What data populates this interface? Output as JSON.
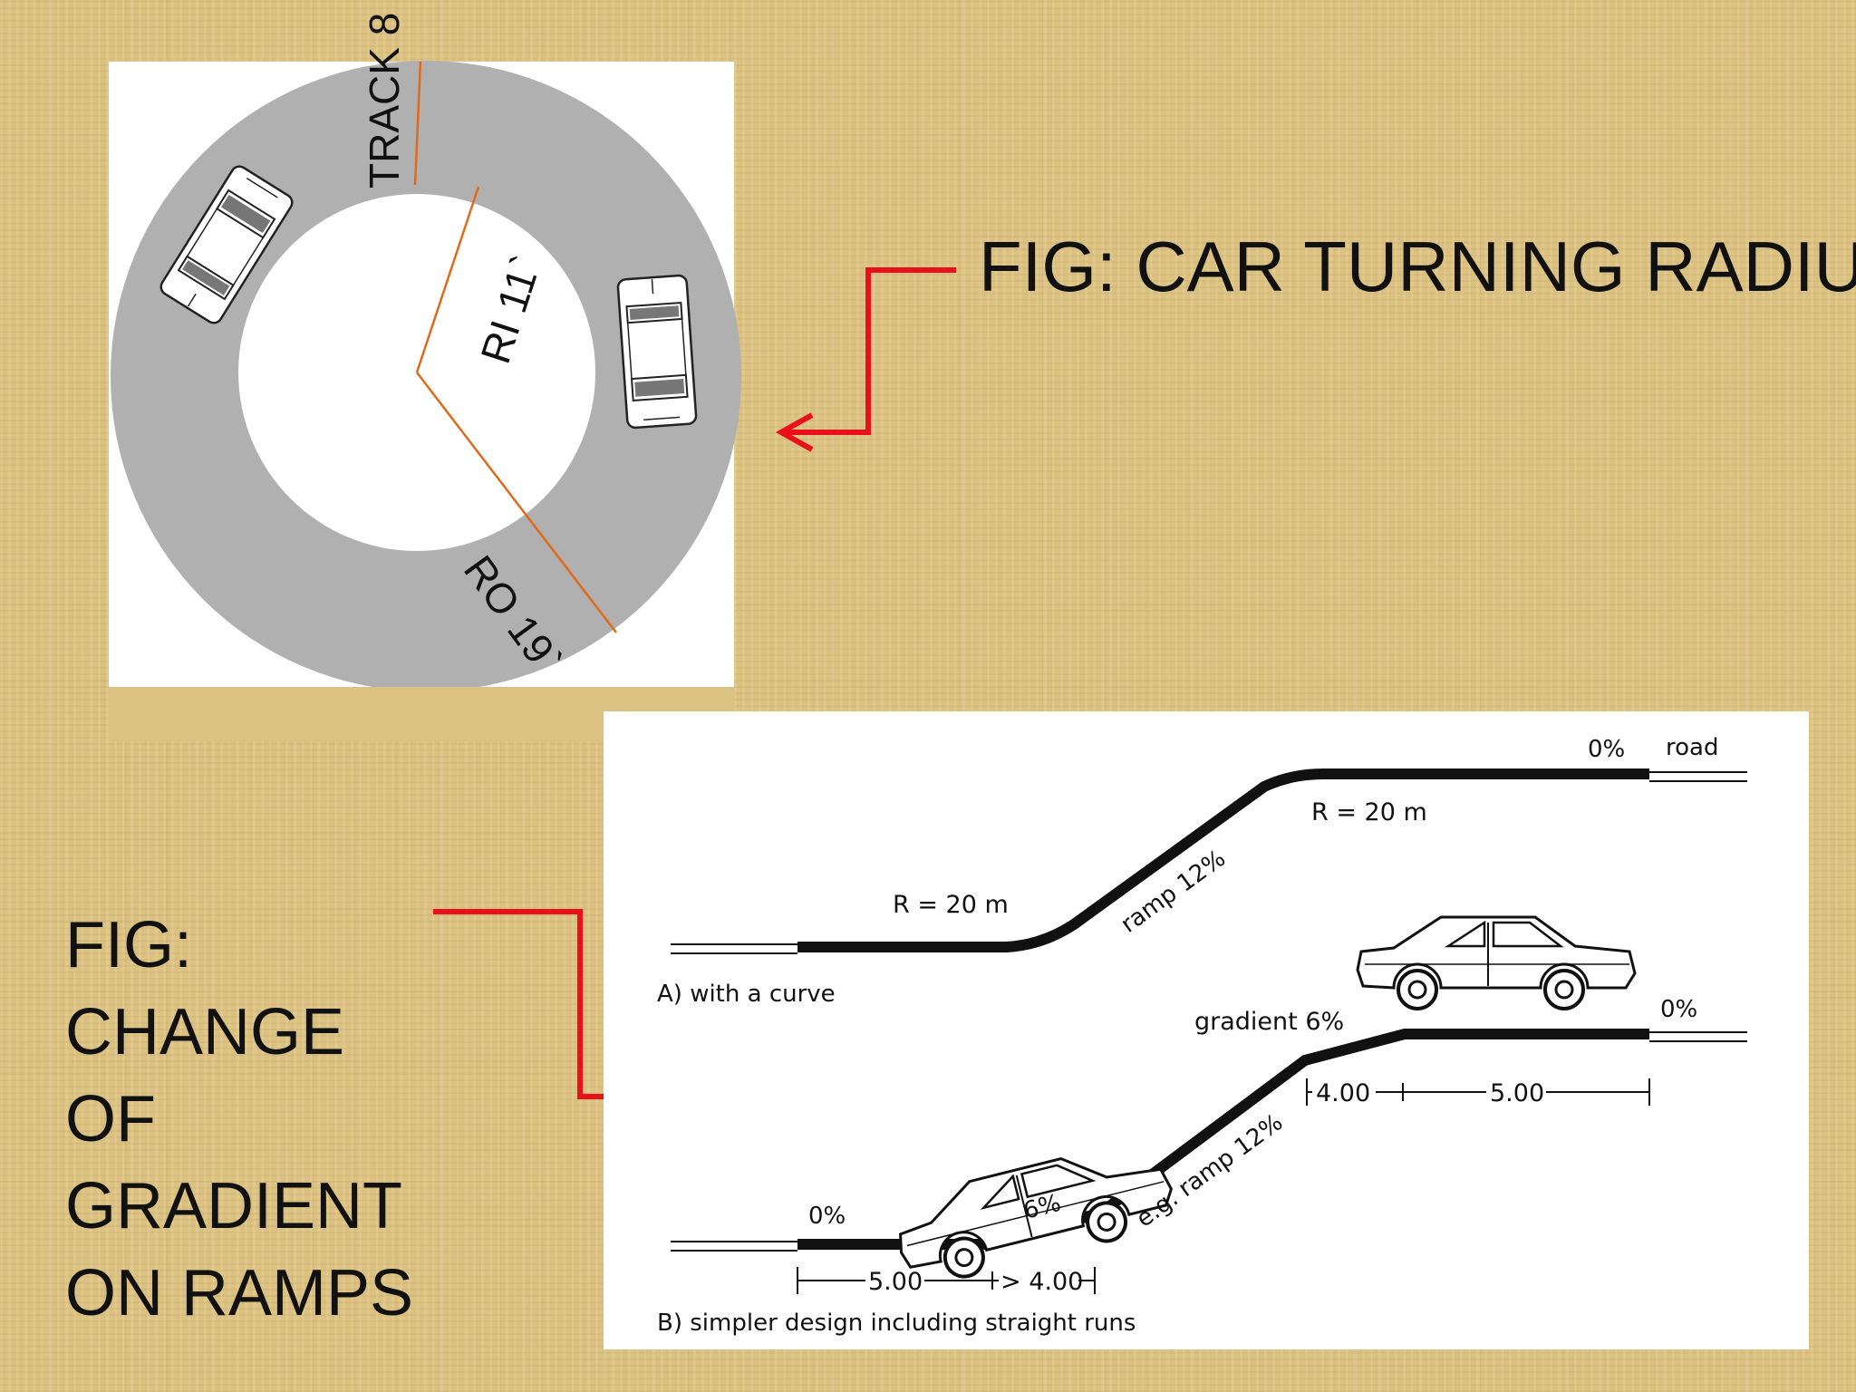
{
  "turning_figure": {
    "caption": "FIG: CAR TURNING RADIU",
    "track_label": "TRACK 8",
    "inner_radius_label": "RI 11`",
    "outer_radius_label": "RO 19`"
  },
  "ramp_figure": {
    "caption_lines": [
      "FIG:",
      "CHANGE",
      "OF",
      "GRADIENT",
      "ON RAMPS"
    ],
    "diagram_a": {
      "title": "A) with a curve",
      "radius_left": "R = 20 m",
      "radius_right": "R = 20 m",
      "ramp": "ramp 12%",
      "top_grade": "0%",
      "road": "road"
    },
    "diagram_b": {
      "title": "B) simpler design including straight runs",
      "bottom_grade": "0%",
      "transition_grade": "6%",
      "ramp": "e.g. ramp 12%",
      "gradient": "gradient 6%",
      "top_grade": "0%",
      "dim_bottom_1": "5.00",
      "dim_bottom_2": "> 4.00",
      "dim_top_1": "4.00",
      "dim_top_2": "5.00"
    }
  },
  "colors": {
    "background": "#dcc282",
    "ring": "#b0b0b0",
    "radius_lines": "#e06a1a",
    "arrows": "#e8101a"
  }
}
